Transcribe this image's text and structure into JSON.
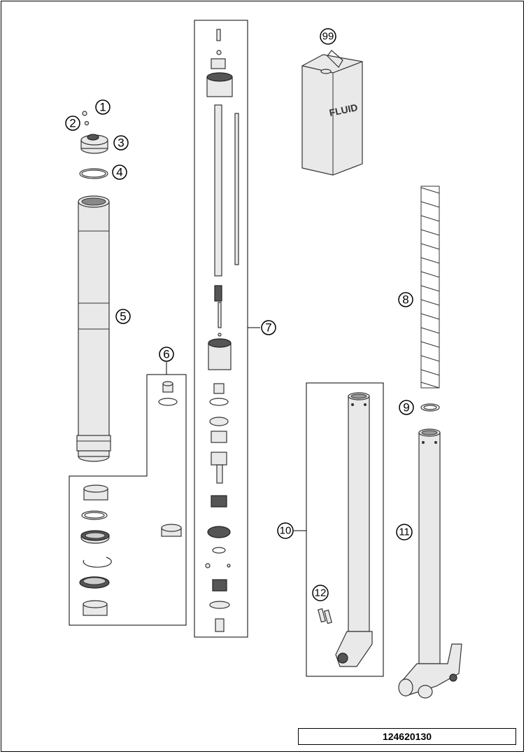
{
  "callouts": {
    "c1": "1",
    "c2": "2",
    "c3": "3",
    "c4": "4",
    "c5": "5",
    "c6": "6",
    "c7": "7",
    "c8": "8",
    "c9": "9",
    "c10": "10",
    "c11": "11",
    "c12": "12",
    "c99": "99"
  },
  "can_label": "FLUID",
  "document_number": "124620130"
}
